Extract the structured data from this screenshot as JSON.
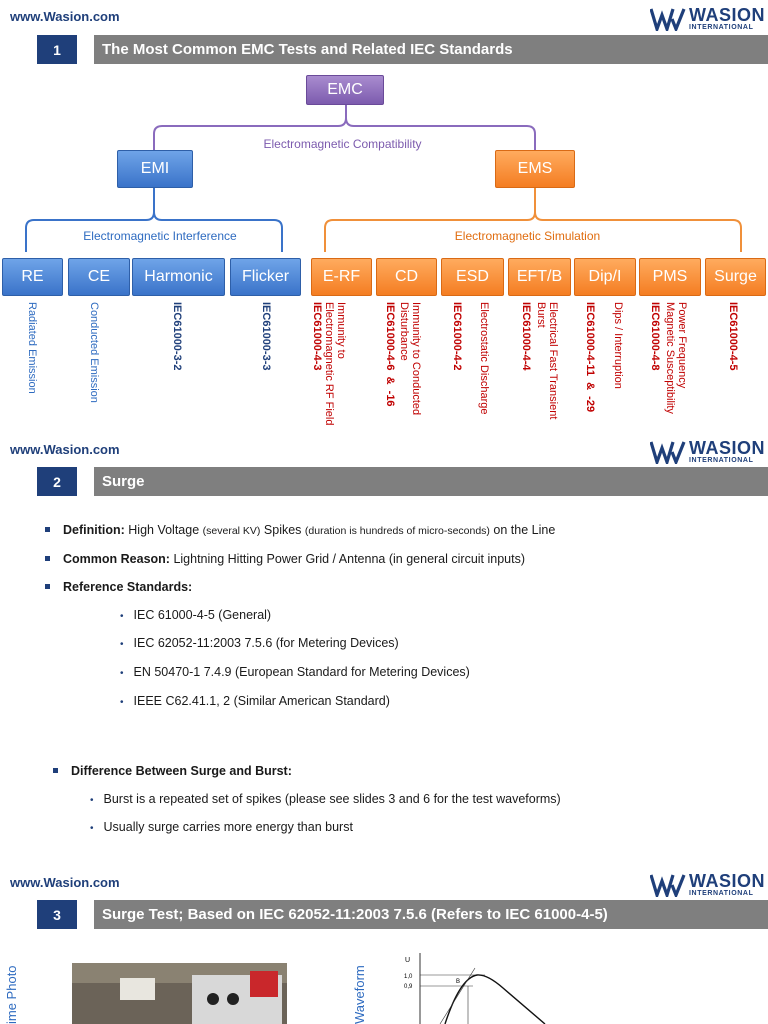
{
  "slide1": {
    "url": "www.Wasion.com",
    "logo": {
      "big": "WASION",
      "small": "INTERNATIONAL"
    },
    "num": "1",
    "title": "The Most Common EMC Tests and Related IEC Standards",
    "emc": "EMC",
    "emc_sub": "Electromagnetic Compatibility",
    "emi": "EMI",
    "ems": "EMS",
    "emi_sub": "Electromagnetic Interference",
    "ems_sub": "Electromagnetic Simulation",
    "emi_items": [
      {
        "label": "RE",
        "desc": "Radiated Emission"
      },
      {
        "label": "CE",
        "desc": "Conducted Emission"
      },
      {
        "label": "Harmonic",
        "desc": "IEC61000-3-2"
      },
      {
        "label": "Flicker",
        "desc": "IEC61000-3-3"
      }
    ],
    "ems_items": [
      {
        "label": "E-RF",
        "std": "IEC61000-4-3",
        "desc": "Immunity to\nElectromagnetic RF Field"
      },
      {
        "label": "CD",
        "std": "IEC61000-4-6  &  -16",
        "desc": "Immunity to Conducted\nDisturbance"
      },
      {
        "label": "ESD",
        "std": "IEC61000-4-2",
        "desc": "Electrostatic Discharge"
      },
      {
        "label": "EFT/B",
        "std": "IEC61000-4-4",
        "desc": "Electrical Fast Transient\nBurst"
      },
      {
        "label": "Dip/I",
        "std": "IEC61000-4-11  &  -29",
        "desc": "Dips / Interruption"
      },
      {
        "label": "PMS",
        "std": "IEC61000-4-8",
        "desc": "Power Frequency\nMagnetic Susceptibility"
      },
      {
        "label": "Surge",
        "std": "IEC61000-4-5",
        "desc": ""
      }
    ]
  },
  "slide2": {
    "url": "www.Wasion.com",
    "num": "2",
    "title": "Surge",
    "definition": {
      "key": "Definition:",
      "a": "High Voltage",
      "b": "(several KV)",
      "c": "Spikes",
      "d": "(duration is hundreds of micro-seconds)",
      "e": "on the Line"
    },
    "reason": {
      "key": "Common Reason:",
      "text": "Lightning Hitting Power Grid / Antenna (in general circuit inputs)"
    },
    "refs_key": "Reference Standards:",
    "refs": [
      "IEC 61000-4-5 (General)",
      "IEC 62052-11:2003 7.5.6 (for Metering Devices)",
      "EN 50470-1 7.4.9 (European Standard for Metering Devices)",
      "IEEE C62.41.1, 2 (Similar American Standard)"
    ],
    "diff_key": "Difference Between Surge and Burst:",
    "diff": [
      "Burst is a repeated set of spikes (please see slides 3 and 6 for the test waveforms)",
      "Usually surge carries more energy than burst"
    ]
  },
  "slide3": {
    "url": "www.Wasion.com",
    "num": "3",
    "title": "Surge Test; Based on IEC 62052-11:2003  7.5.6 (Refers to IEC 61000-4-5)",
    "side_photo": "ime Photo",
    "side_waveform": "Waveform",
    "wave": {
      "u": "U",
      "t10": "1,0",
      "t09": "0,9",
      "b": "B"
    }
  },
  "colors": {
    "navy": "#1f3f7a",
    "gray_bar": "#7f7f7f",
    "blue": "#3a73c9",
    "orange": "#f47d22",
    "purple": "#7c5bae",
    "red": "#c00000"
  }
}
